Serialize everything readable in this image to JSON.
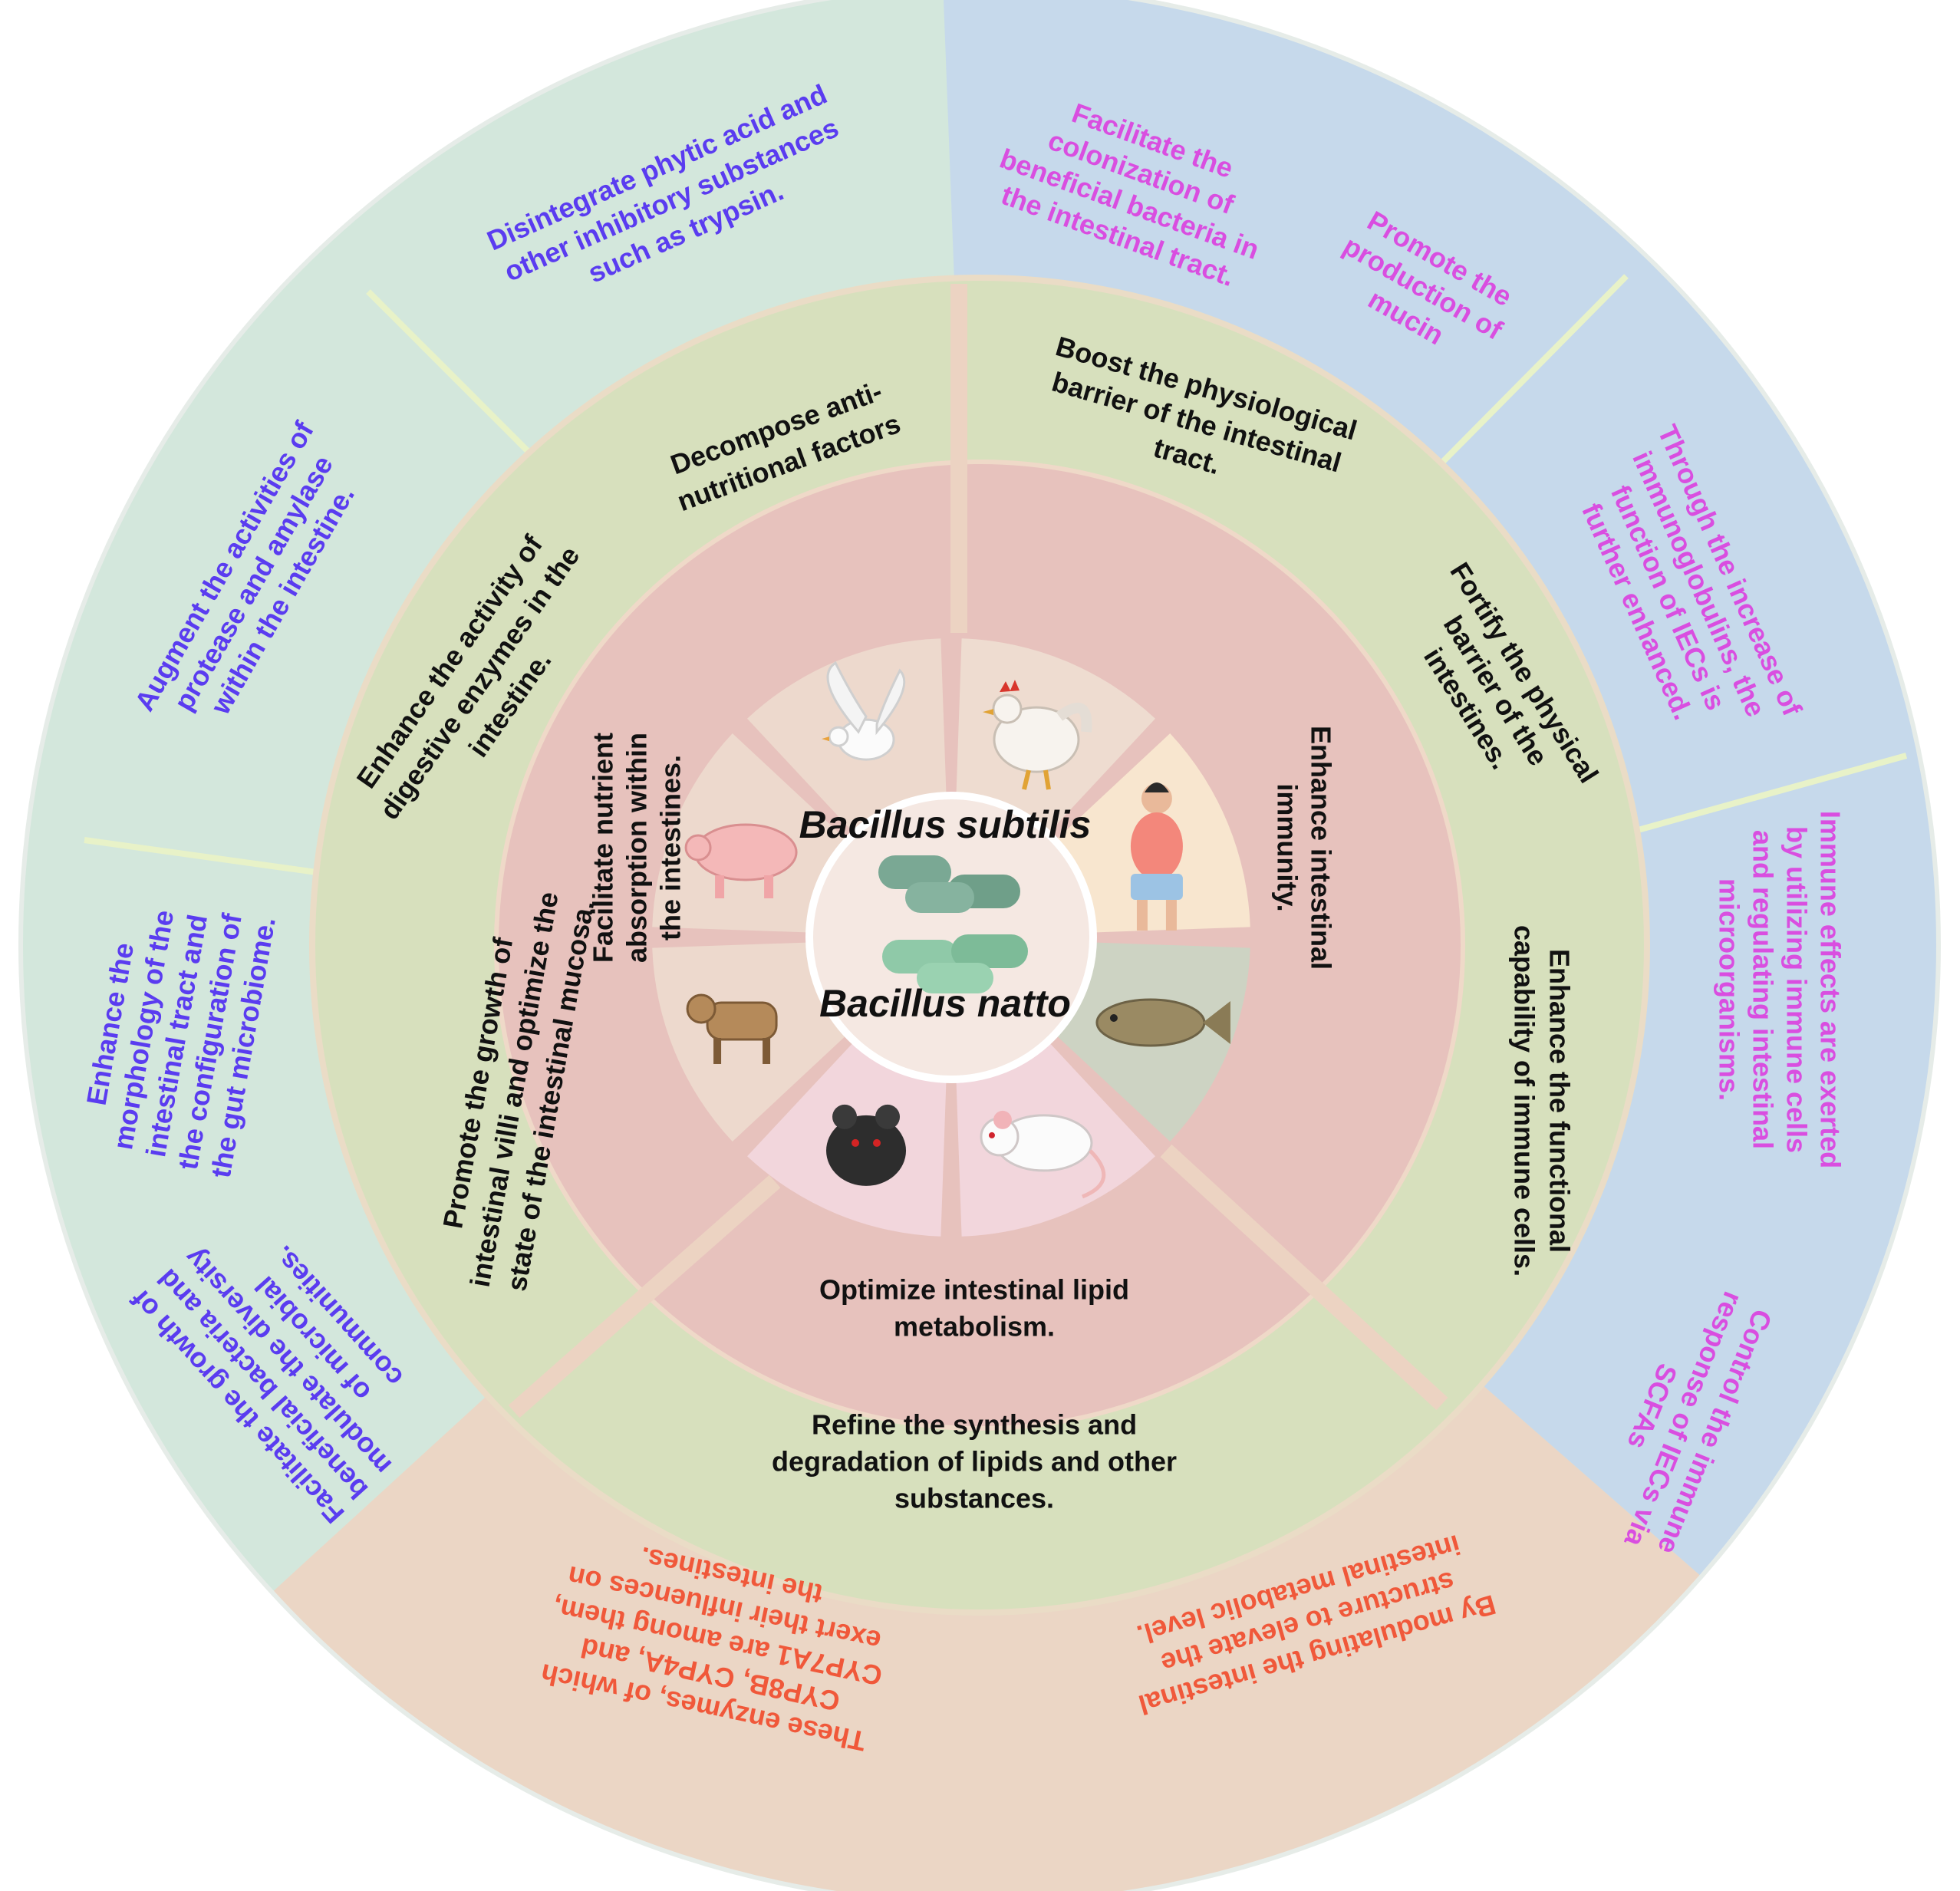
{
  "center": {
    "title_top": "Bacillus subtilis",
    "title_bottom": "Bacillus natto"
  },
  "animal_icons": [
    "rooster-icon",
    "woman-icon",
    "fish-icon",
    "white-rat-icon",
    "black-mouse-icon",
    "cow-icon",
    "pig-icon",
    "dove-icon"
  ],
  "inner_ring": {
    "nutrient": [
      "Facilitate nutrient",
      "absorption within",
      "the intestines."
    ],
    "immunity": [
      "Enhance intestinal",
      "immunity."
    ],
    "lipid": [
      "Optimize intestinal lipid",
      "metabolism."
    ]
  },
  "middle_ring": {
    "anti_nutritional": [
      "Decompose anti-",
      "nutritional factors"
    ],
    "physiological_barrier": [
      "Boost the physiological",
      "barrier of the intestinal",
      "tract."
    ],
    "physical_barrier": [
      "Fortify the physical",
      "barrier of the",
      "intestines."
    ],
    "immune_cells": [
      "Enhance the functional",
      "capability of immune cells."
    ],
    "lipid_synthesis": [
      "Refine the synthesis and",
      "degradation of lipids and other",
      "substances."
    ],
    "villi": [
      "Promote the growth of",
      "intestinal villi and optimize the",
      "state of the intestinal mucosa."
    ],
    "digestive_enzymes": [
      "Enhance the activity of",
      "digestive enzymes in the",
      "intestine."
    ]
  },
  "outer_ring": {
    "phytic_acid": [
      "Disintegrate phytic acid and",
      "other inhibitory substances",
      "such as trypsin."
    ],
    "colonization": [
      "Facilitate the",
      "colonization of",
      "beneficial bacteria in",
      "the intestinal tract."
    ],
    "mucin": [
      "Promote the",
      "production of",
      "mucin"
    ],
    "immunoglobulins": [
      "Through the increase of",
      "immunoglobulins, the",
      "function of IECs is",
      "further enhanced."
    ],
    "immune_effects": [
      "Immune effects are exerted",
      "by utilizing immune cells",
      "and regulating intestinal",
      "microorganisms."
    ],
    "scfas": [
      "Control the immune",
      "response of IECs via",
      "SCFAs"
    ],
    "metabolic_level": [
      "By modulating the intestinal",
      "structure to elevate the",
      "intestinal metabolic level."
    ],
    "cyp_enzymes": [
      "These enzymes, of which",
      "CYP8B, CYP4A, and",
      "CYP7A1 are among them,",
      "exert their influences on",
      "the intestines."
    ],
    "beneficial_bacteria": [
      "Facilitate the growth of",
      "beneficial bacteria and",
      "modulate the diversity",
      "of microbial",
      "communities."
    ],
    "morphology": [
      "Enhance the",
      "morphology of the",
      "intestinal tract and",
      "the configuration of",
      "the gut microbiome."
    ],
    "protease": [
      "Augment the activities of",
      "protease and amylase",
      "within the intestine."
    ]
  },
  "colors": {
    "outer_green": "#d3e7dc",
    "outer_blue": "#c6d9eb",
    "outer_peach": "#ebd6c5",
    "middle_ring": "#d7e0bd",
    "inner_ring": "#e7c2bd",
    "center_disc": "#f5e8e2",
    "text_blue": "#5a3cf0",
    "text_pink": "#d94ee0",
    "text_red": "#f0583a"
  }
}
